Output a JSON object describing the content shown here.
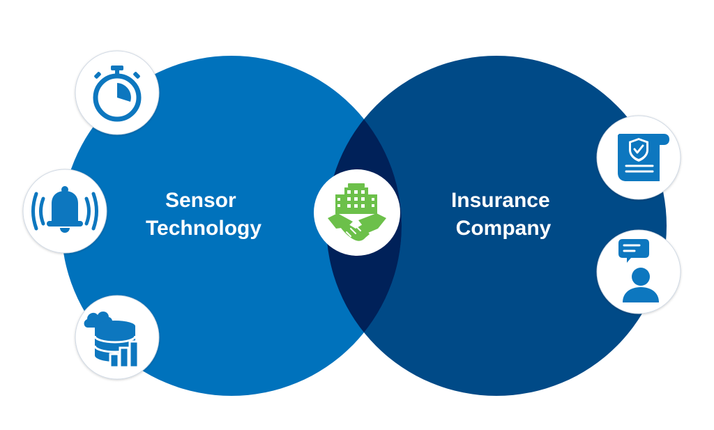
{
  "diagram": {
    "left_circle": {
      "label_line1": "Sensor",
      "label_line2": "Technology",
      "color": "#0072bc"
    },
    "right_circle": {
      "label_line1": "Insurance",
      "label_line2": "Company",
      "color": "#004a87"
    },
    "intersection": {
      "color": "#002159",
      "center_icon": "building-handshake-icon",
      "center_icon_color": "#6cc04a"
    },
    "left_icons": [
      "stopwatch-icon",
      "ringing-bell-icon",
      "cloud-database-chart-icon"
    ],
    "right_icons": [
      "insurance-policy-scroll-icon",
      "person-chat-icon"
    ],
    "icon_color": "#0d77bf"
  }
}
